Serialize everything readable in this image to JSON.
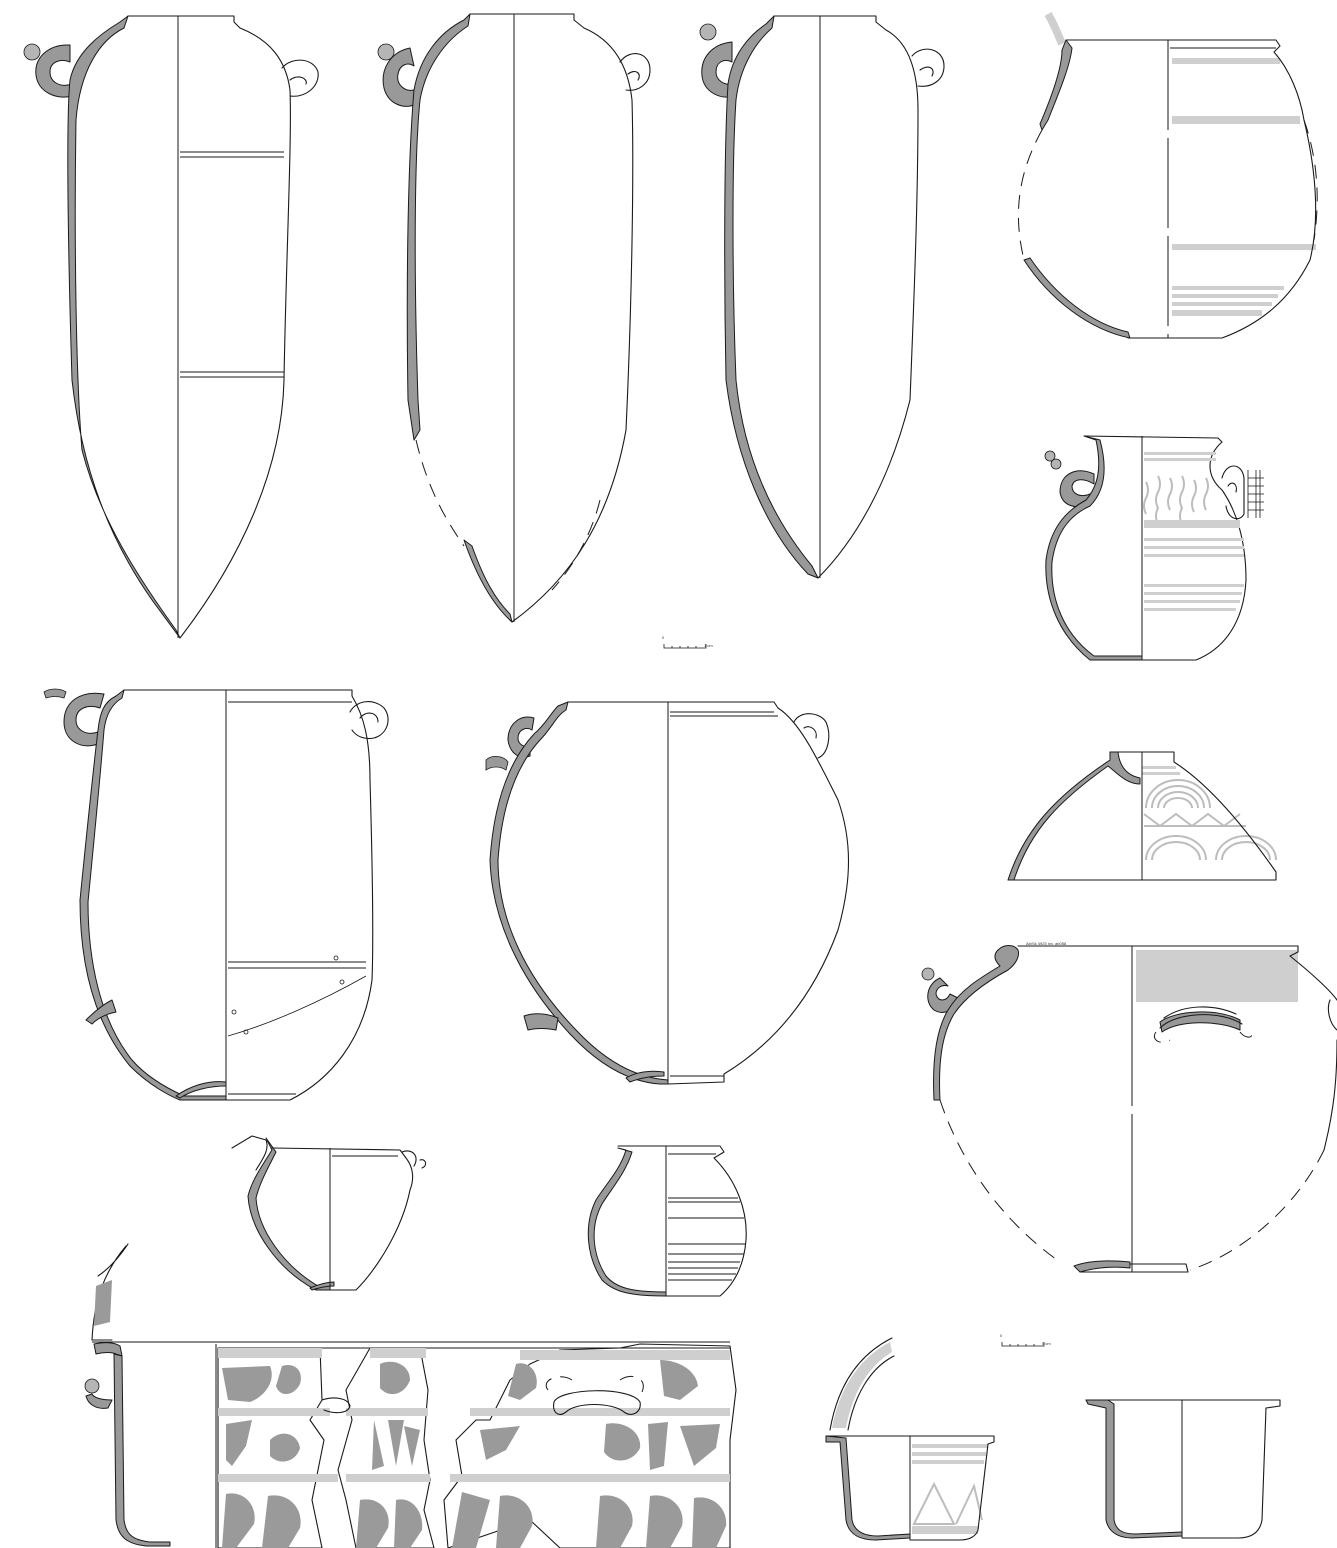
{
  "scale_bars": [
    {
      "start_label": "0",
      "end_label": "1 cm"
    },
    {
      "start_label": "0",
      "end_label": "5 cm"
    }
  ],
  "inventory_label": "Ab/Sk 4925 Inv. ab058",
  "colors": {
    "outline": "#1a1a1a",
    "wall_section": "#999999",
    "paint_band": "#cfcfcf",
    "paint_motif": "#9a9a9a"
  }
}
